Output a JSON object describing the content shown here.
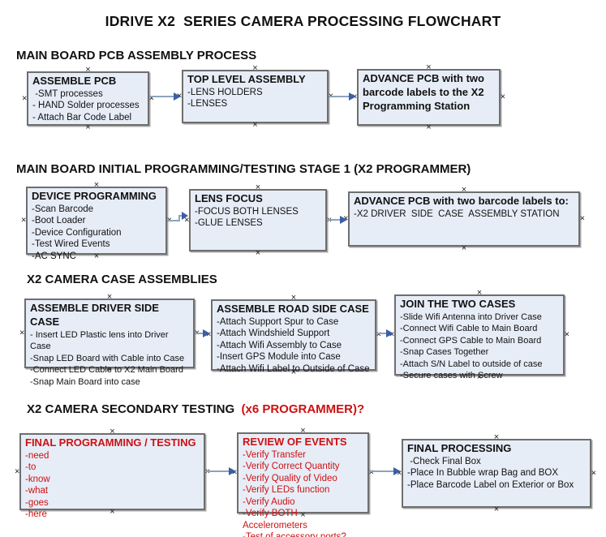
{
  "page": {
    "title": "IDRIVE X2  SERIES CAMERA PROCESSING FLOWCHART"
  },
  "colors": {
    "box-fill": "#e7edf7",
    "box-border": "#6e6e6e",
    "red": "#cc1111",
    "arrow-line": "#8ca3bd",
    "arrow-head": "#3b5ea6"
  },
  "sections": [
    {
      "header": "MAIN BOARD PCB ASSEMBLY PROCESS",
      "header_red": "",
      "boxes": [
        {
          "title": "ASSEMBLE PCB",
          "items": [
            " -SMT processes",
            "- HAND Solder processes",
            "- Attach Bar Code Label"
          ]
        },
        {
          "title": "TOP LEVEL ASSEMBLY",
          "items": [
            "-LENS HOLDERS",
            "-LENSES"
          ]
        },
        {
          "title": "ADVANCE PCB with two barcode labels to the X2 Programming Station",
          "items": []
        }
      ]
    },
    {
      "header": "MAIN BOARD INITIAL PROGRAMMING/TESTING STAGE 1 (X2 PROGRAMMER)",
      "header_red": "",
      "boxes": [
        {
          "title": "DEVICE PROGRAMMING",
          "items": [
            "-Scan Barcode",
            "-Boot Loader",
            "-Device Configuration",
            "-Test Wired Events",
            "-AC SYNC"
          ]
        },
        {
          "title": "LENS FOCUS",
          "items": [
            "-FOCUS BOTH LENSES",
            "-GLUE LENSES"
          ]
        },
        {
          "title": "ADVANCE PCB with two barcode labels to:",
          "items": [
            "-X2 DRIVER  SIDE  CASE  ASSEMBLY STATION"
          ]
        }
      ]
    },
    {
      "header": "X2 CAMERA CASE ASSEMBLIES",
      "header_red": "",
      "boxes": [
        {
          "title": "ASSEMBLE DRIVER SIDE CASE",
          "items": [
            "- Insert LED Plastic lens into Driver Case",
            "-Snap LED Board with Cable into Case",
            "-Connect LED Cable to X2 Main Board",
            "-Snap Main Board into case"
          ]
        },
        {
          "title": "ASSEMBLE ROAD SIDE CASE",
          "items": [
            "-Attach Support Spur to Case",
            "-Attach Windshield Support",
            "-Attach Wifi Assembly to Case",
            "-Insert GPS Module into Case",
            "-Attach Wifi Label to Outside of Case"
          ]
        },
        {
          "title": "JOIN THE TWO CASES",
          "items": [
            "-Slide Wifi Antenna into Driver Case",
            "-Connect Wifi Cable to Main Board",
            "-Connect GPS Cable to Main Board",
            "-Snap Cases Together",
            "-Attach S/N Label to outside of case",
            "-Secure cases with Screw"
          ]
        }
      ]
    },
    {
      "header": "X2 CAMERA SECONDARY TESTING ",
      "header_red": " (x6 PROGRAMMER)?",
      "boxes": [
        {
          "title": "FINAL PROGRAMMING / TESTING",
          "items": [
            "-need",
            "-to",
            "-know",
            "-what",
            "-goes",
            "-here"
          ]
        },
        {
          "title": "REVIEW OF EVENTS",
          "items": [
            "-Verify Transfer",
            "-Verify Correct Quantity",
            "-Verify Quality of Video",
            "-Verify LEDs function",
            "-Verify Audio",
            "-Verify BOTH Accelerometers",
            "-Test of accessory ports?"
          ]
        },
        {
          "title": "FINAL PROCESSING",
          "items": [
            " -Check Final Box",
            "-Place In Bubble wrap Bag and BOX",
            "-Place Barcode Label on Exterior or Box"
          ]
        }
      ]
    }
  ]
}
